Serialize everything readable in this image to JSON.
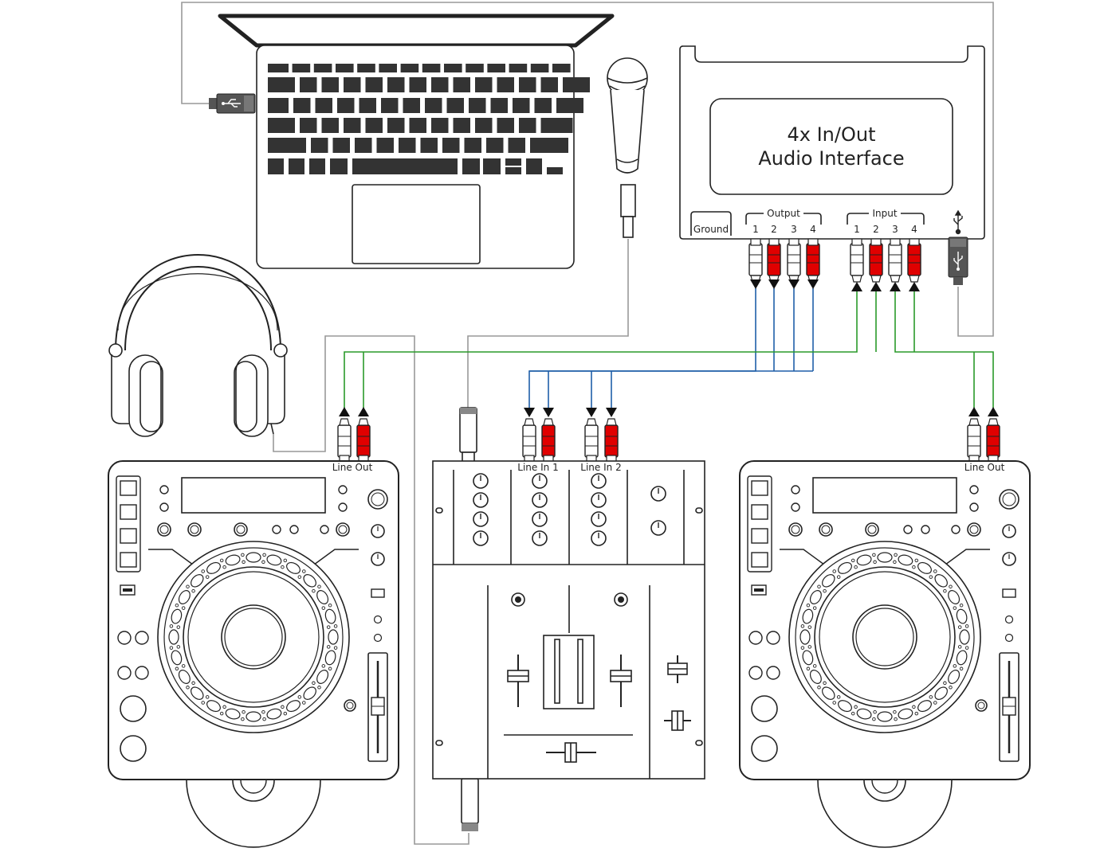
{
  "colors": {
    "output_cable": "#1f5fa8",
    "input_cable": "#2a9a2a",
    "grey_cable": "#999999",
    "rca_red": "#e00000",
    "rca_white": "#ffffff",
    "outline": "#222222",
    "usb_body": "#555555"
  },
  "icons": [
    "laptop-icon",
    "microphone-icon",
    "headphones-icon",
    "usb-symbol-icon",
    "usb-plug-icon",
    "rca-plug-icon",
    "cd-player-icon",
    "dj-mixer-icon"
  ],
  "interface": {
    "title_line1": "4x In/Out",
    "title_line2": "Audio Interface",
    "ground_label": "Ground",
    "output_label": "Output",
    "input_label": "Input",
    "output_numbers": [
      "1",
      "2",
      "3",
      "4"
    ],
    "input_numbers": [
      "1",
      "2",
      "3",
      "4"
    ]
  },
  "left_player": {
    "line_out_label": "Line Out"
  },
  "right_player": {
    "line_out_label": "Line Out"
  },
  "mixer": {
    "line_in_1_label": "Line In 1",
    "line_in_2_label": "Line In 2"
  }
}
